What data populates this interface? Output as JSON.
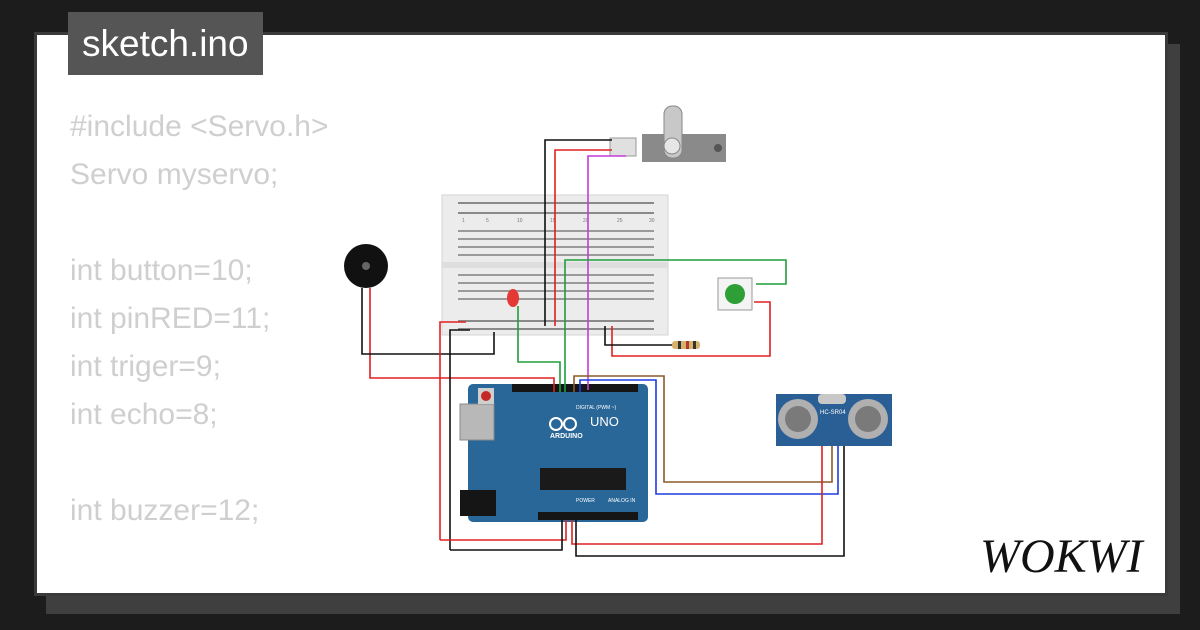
{
  "tab": {
    "filename": "sketch.ino"
  },
  "code": {
    "lines": [
      "#include <Servo.h>",
      "Servo myservo;",
      "",
      "int button=10;",
      "int pinRED=11;",
      "int triger=9;",
      "int echo=8;",
      "",
      "int buzzer=12;",
      "",
      "}"
    ]
  },
  "components": {
    "arduino": {
      "model": "UNO",
      "brand": "ARDUINO",
      "digital_header": "DIGITAL (PWM ~)",
      "power_header": "POWER",
      "analog_header": "ANALOG IN"
    },
    "ultrasonic": {
      "model": "HC-SR04"
    },
    "breadboard": {
      "numbers": [
        "1",
        "5",
        "10",
        "15",
        "20",
        "25",
        "30"
      ]
    }
  },
  "brand": {
    "logo_text": "WOKWI"
  },
  "colors": {
    "background": "#1c1c1c",
    "card": "#ffffff",
    "tab": "#555555",
    "code_text": "#cfcfcf",
    "arduino_board": "#2a6799",
    "wire_red": "#e02020",
    "wire_black": "#111111",
    "wire_green": "#1e9e3c",
    "wire_magenta": "#c43cd8",
    "wire_blue": "#1e3ce0",
    "wire_brown": "#8a5a2a"
  }
}
